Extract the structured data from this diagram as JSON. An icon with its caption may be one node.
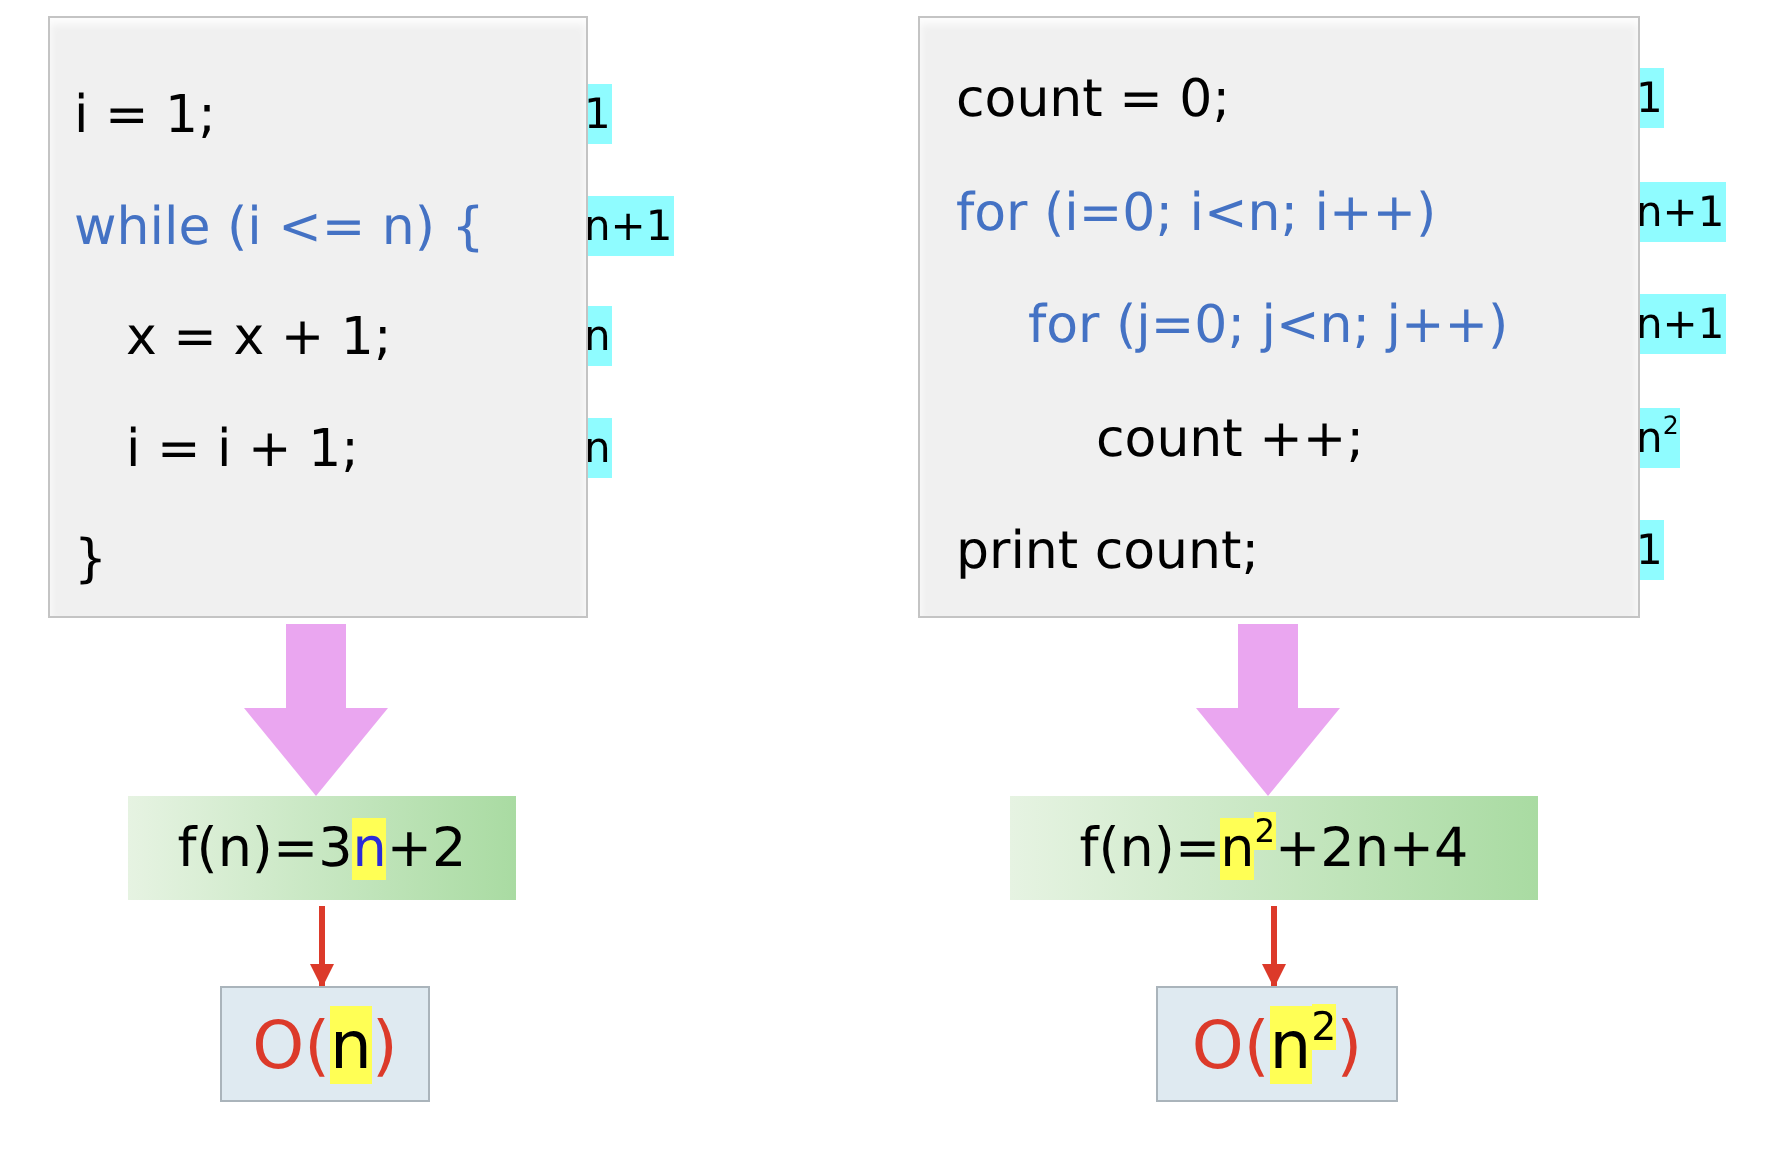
{
  "diagram": {
    "nodes": [
      {
        "text": [
          "i = 1;",
          "while (i <= n) {",
          "x = x + 1;",
          "i = i + 1;",
          "}"
        ],
        "beside": [
          "1",
          "n+1",
          "n",
          "n"
        ]
      },
      {
        "text": [
          "count = 0;",
          "for (i=0; i<n; i++)",
          "for (j=0; j<n; j++)",
          "count ++;",
          "print count;"
        ],
        "beside": [
          "1",
          "n+1",
          "n+1",
          "n$^{2}$",
          "1"
        ]
      },
      {
        "text": [
          "f(n)=3n+2"
        ]
      },
      {
        "text": [
          "f(n)=n$^{2}$+2n+4"
        ]
      },
      {
        "text": [
          "O(n)"
        ]
      },
      {
        "text": [
          "O(n$^{2}$)"
        ]
      }
    ],
    "edges": [
      {
        "from": 0,
        "to": 2,
        "arrow": "to",
        "style": "thick",
        "color": "#eaa6f0"
      },
      {
        "from": 1,
        "to": 3,
        "arrow": "to",
        "style": "thick",
        "color": "#eaa6f0"
      },
      {
        "from": 2,
        "to": 4,
        "arrow": "to",
        "color": "#dc3a2a"
      },
      {
        "from": 3,
        "to": 5,
        "arrow": "to",
        "color": "#dc3a2a"
      }
    ]
  }
}
